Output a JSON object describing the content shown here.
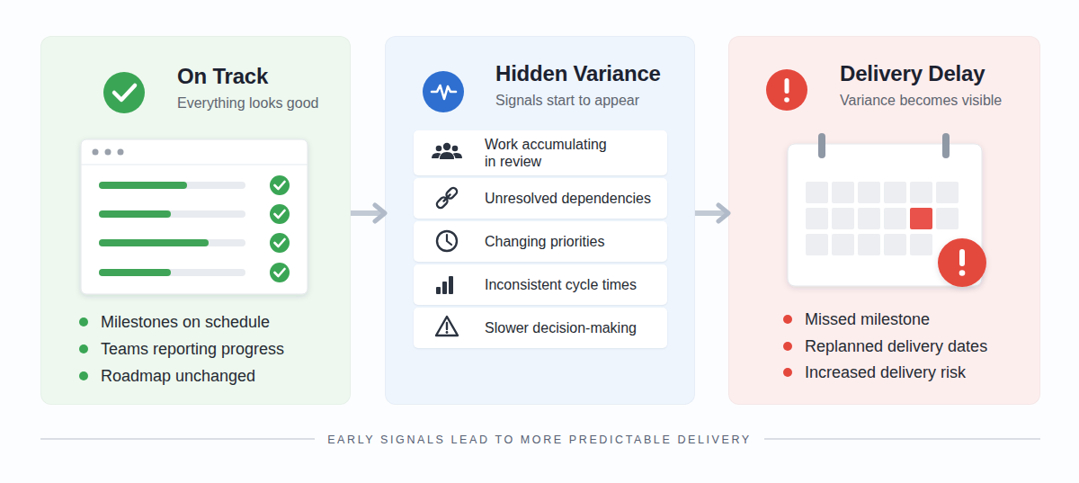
{
  "diagram": {
    "caption": "EARLY SIGNALS LEAD TO MORE PREDICTABLE DELIVERY",
    "nodes": [
      {
        "text": [
          "On Track",
          "Everything looks good",
          "Milestones on schedule",
          "Teams reporting progress",
          "Roadmap unchanged"
        ]
      },
      {
        "text": [
          "Hidden Variance",
          "Signals start to appear"
        ]
      },
      {
        "text": [
          "Work accumulating in review"
        ],
        "in": 1
      },
      {
        "text": [
          "Unresolved dependencies"
        ],
        "in": 1
      },
      {
        "text": [
          "Changing priorities"
        ],
        "in": 1
      },
      {
        "text": [
          "Inconsistent cycle times"
        ],
        "in": 1
      },
      {
        "text": [
          "Slower decision-making"
        ],
        "in": 1
      },
      {
        "text": [
          "Delivery Delay",
          "Variance becomes visible",
          "Missed milestone",
          "Replanned delivery dates",
          "Increased delivery risk"
        ]
      }
    ],
    "edges": [
      {
        "from": 0,
        "to": 1,
        "arrow": "to"
      },
      {
        "from": 1,
        "to": 7,
        "arrow": "to"
      }
    ]
  }
}
